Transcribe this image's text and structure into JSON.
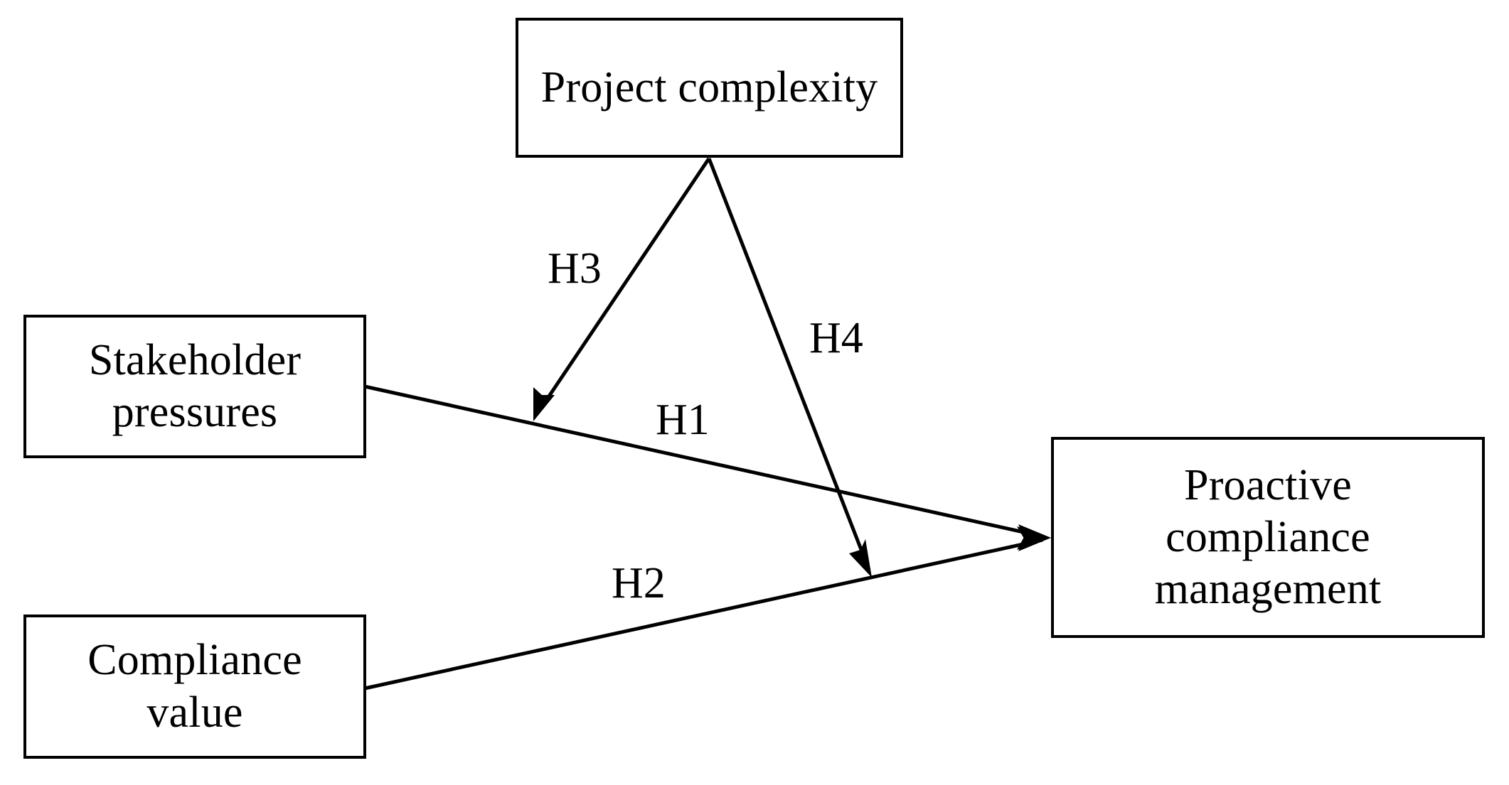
{
  "diagram": {
    "type": "conceptual-research-model",
    "background_color": "#ffffff",
    "line_color": "#000000",
    "text_color": "#000000",
    "nodes": [
      {
        "id": "project_complexity",
        "label": "Project complexity"
      },
      {
        "id": "stakeholder_pressures",
        "label": "Stakeholder\npressures"
      },
      {
        "id": "compliance_value",
        "label": "Compliance\nvalue"
      },
      {
        "id": "proactive_compliance",
        "label": "Proactive\ncompliance\nmanagement"
      }
    ],
    "edges": [
      {
        "id": "h1",
        "label": "H1",
        "from": "stakeholder_pressures",
        "to": "proactive_compliance",
        "kind": "direct-effect"
      },
      {
        "id": "h2",
        "label": "H2",
        "from": "compliance_value",
        "to": "proactive_compliance",
        "kind": "direct-effect"
      },
      {
        "id": "h3",
        "label": "H3",
        "from": "project_complexity",
        "to": "h1",
        "kind": "moderation"
      },
      {
        "id": "h4",
        "label": "H4",
        "from": "project_complexity",
        "to": "h2",
        "kind": "moderation"
      }
    ]
  }
}
